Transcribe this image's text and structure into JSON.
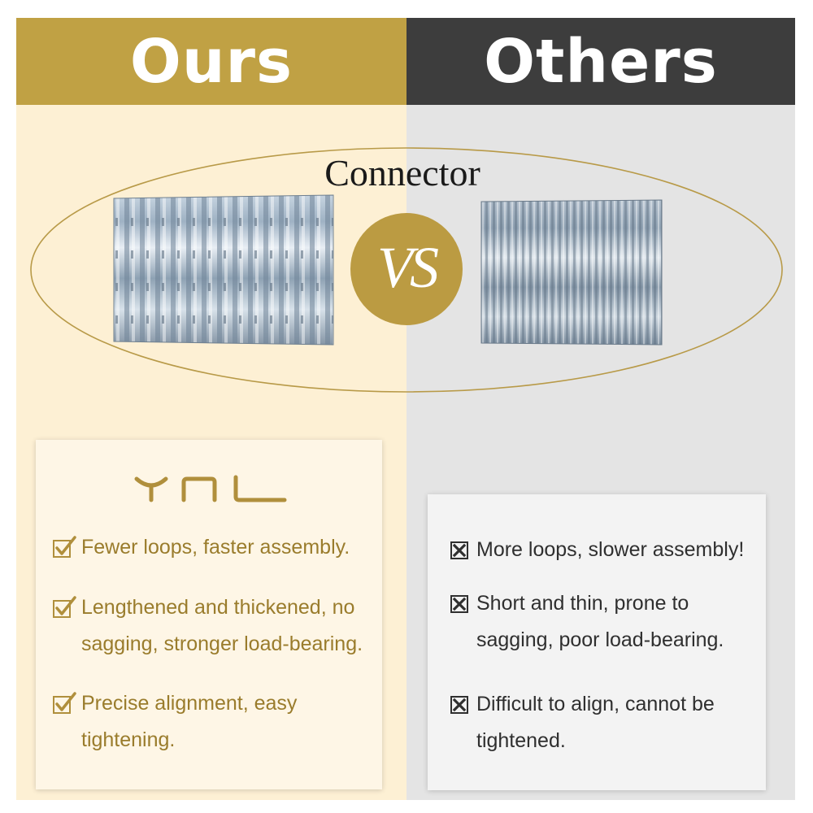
{
  "header": {
    "ours": "Ours",
    "others": "Others"
  },
  "comparison": {
    "title": "Connector",
    "vs": "VS"
  },
  "ours_card": {
    "logo": "YNL",
    "items": [
      {
        "line1": "Fewer loops, faster assembly.",
        "line2": ""
      },
      {
        "line1": "Lengthened and thickened,  no",
        "line2": "sagging, stronger load-bearing."
      },
      {
        "line1": "Precise alignment,  easy",
        "line2": "tightening."
      }
    ]
  },
  "others_card": {
    "items": [
      {
        "line1": "More loops, slower assembly!",
        "line2": ""
      },
      {
        "line1": "Short and thin, prone to",
        "line2": "sagging, poor load-bearing."
      },
      {
        "line1": "Difficult to align, cannot be",
        "line2": "tightened."
      }
    ]
  },
  "colors": {
    "gold": "#c0a144",
    "dark": "#3d3d3d",
    "cream": "#fdf0d4",
    "grey": "#e4e4e4"
  }
}
